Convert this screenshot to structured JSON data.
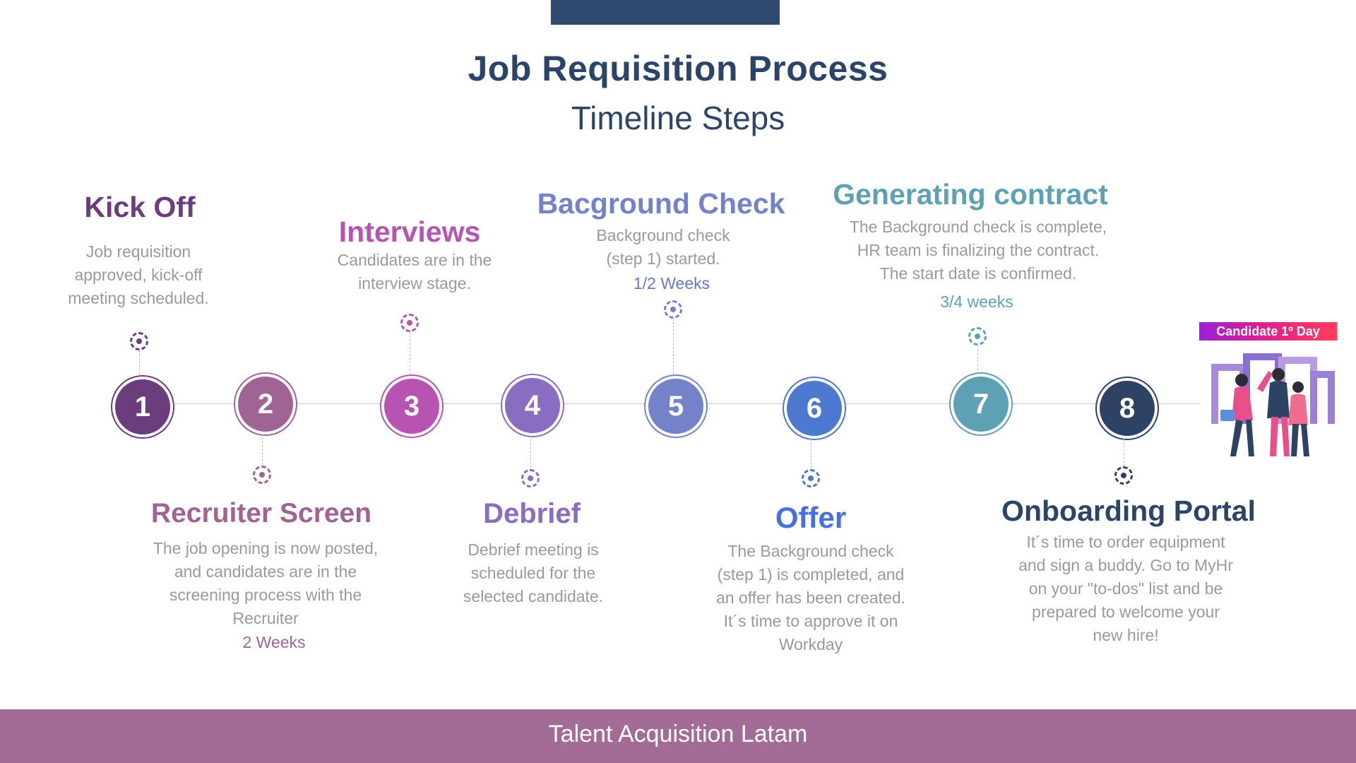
{
  "header": {
    "title": "Job Requisition Process",
    "subtitle": "Timeline Steps"
  },
  "footer": {
    "text": "Talent Acquisition Latam"
  },
  "badge": {
    "text": "Candidate 1º Day"
  },
  "colors": {
    "navy": "#2c4468",
    "footer": "#a36c96",
    "step1": "#6b3d7d",
    "step2": "#a06494",
    "step3": "#b754b3",
    "step4": "#8b6cc3",
    "step5": "#7482cb",
    "step6": "#4c78d0",
    "step7": "#5fa1b4",
    "step8": "#2e4265"
  },
  "steps": [
    {
      "number": "1",
      "title": "Kick Off",
      "desc": [
        "Job requisition",
        "approved, kick-off",
        "meeting scheduled."
      ],
      "duration": ""
    },
    {
      "number": "2",
      "title": "Recruiter Screen",
      "desc": [
        "The job opening is now posted,",
        "and candidates are in the",
        "screening process with the",
        "Recruiter"
      ],
      "duration": "2 Weeks"
    },
    {
      "number": "3",
      "title": "Interviews",
      "desc": [
        "Candidates are in the",
        "interview stage."
      ],
      "duration": ""
    },
    {
      "number": "4",
      "title": "Debrief",
      "desc": [
        "Debrief meeting is",
        "scheduled for the",
        "selected candidate."
      ],
      "duration": ""
    },
    {
      "number": "5",
      "title": "Bacground Check",
      "desc": [
        "Background check",
        "(step 1) started."
      ],
      "duration": "1/2 Weeks"
    },
    {
      "number": "6",
      "title": "Offer",
      "desc": [
        "The Background check",
        "(step 1) is completed, and",
        "an offer has been created.",
        "It´s time to approve it on",
        "Workday"
      ],
      "duration": ""
    },
    {
      "number": "7",
      "title": "Generating contract",
      "desc": [
        "The Background check is complete,",
        "HR team is finalizing the contract.",
        "The start date is confirmed."
      ],
      "duration": "3/4 weeks"
    },
    {
      "number": "8",
      "title": "Onboarding Portal",
      "desc": [
        "It´s time to order equipment",
        "and sign a buddy. Go to MyHr",
        "on your \"to-dos\" list and be",
        "prepared to welcome your",
        "new hire!"
      ],
      "duration": ""
    }
  ]
}
